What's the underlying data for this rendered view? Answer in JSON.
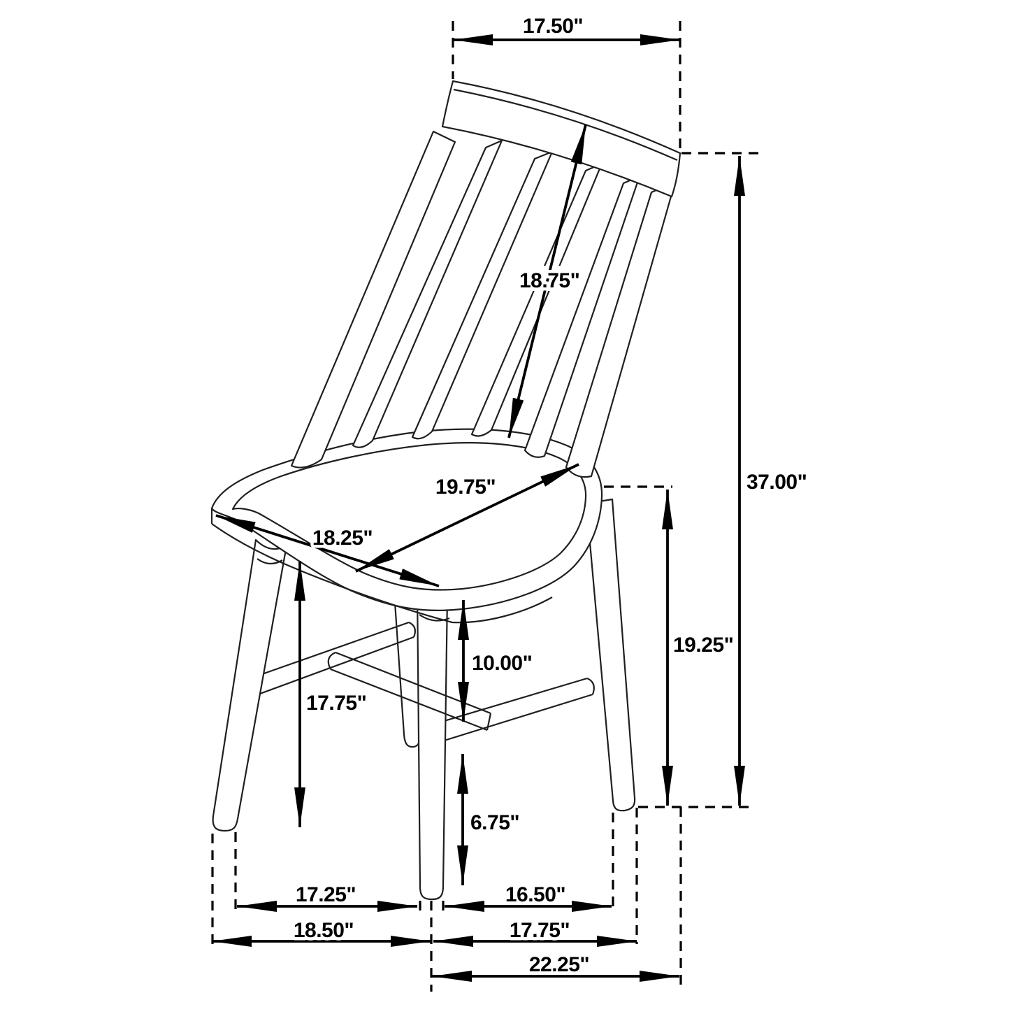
{
  "diagram": {
    "type": "product-dimension-diagram",
    "subject": "spindle-back dining side chair",
    "background_color": "#ffffff",
    "line_color": "#000000",
    "dimensions": {
      "back_top_width": "17.50\"",
      "backrest_length": "18.75\"",
      "overall_height": "37.00\"",
      "floor_to_seat_back": "19.25\"",
      "seat_depth_diagonal": "19.75\"",
      "seat_front_width": "18.25\"",
      "floor_to_seat_front": "17.75\"",
      "seat_to_stretcher": "10.00\"",
      "stretcher_to_floor": "6.75\"",
      "front_leg_spacing_inner": "17.25\"",
      "back_leg_spacing_inner": "16.50\"",
      "front_leg_spacing_outer": "18.50\"",
      "back_leg_spacing_outer": "17.75\"",
      "overall_depth": "22.25\""
    }
  }
}
